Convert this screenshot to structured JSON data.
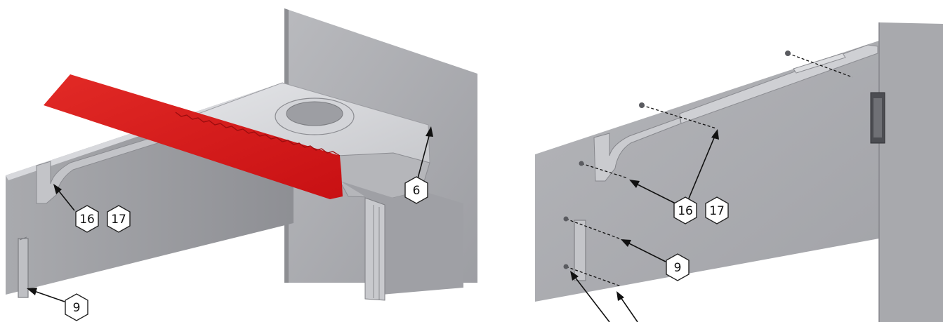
{
  "left_view": {
    "callouts": [
      {
        "id": "callout-6",
        "label": "6"
      },
      {
        "id": "callout-16-a",
        "label": "16"
      },
      {
        "id": "callout-17-a",
        "label": "17"
      },
      {
        "id": "callout-9-a",
        "label": "9"
      }
    ]
  },
  "right_view": {
    "callouts": [
      {
        "id": "callout-16-b",
        "label": "16"
      },
      {
        "id": "callout-17-b",
        "label": "17"
      },
      {
        "id": "callout-9-b",
        "label": "9"
      }
    ]
  },
  "colors": {
    "highlight_part": "#d9191c",
    "steel_light": "#c9c9cd",
    "steel_mid": "#a7a8ad",
    "steel_dark": "#7d7e84"
  }
}
